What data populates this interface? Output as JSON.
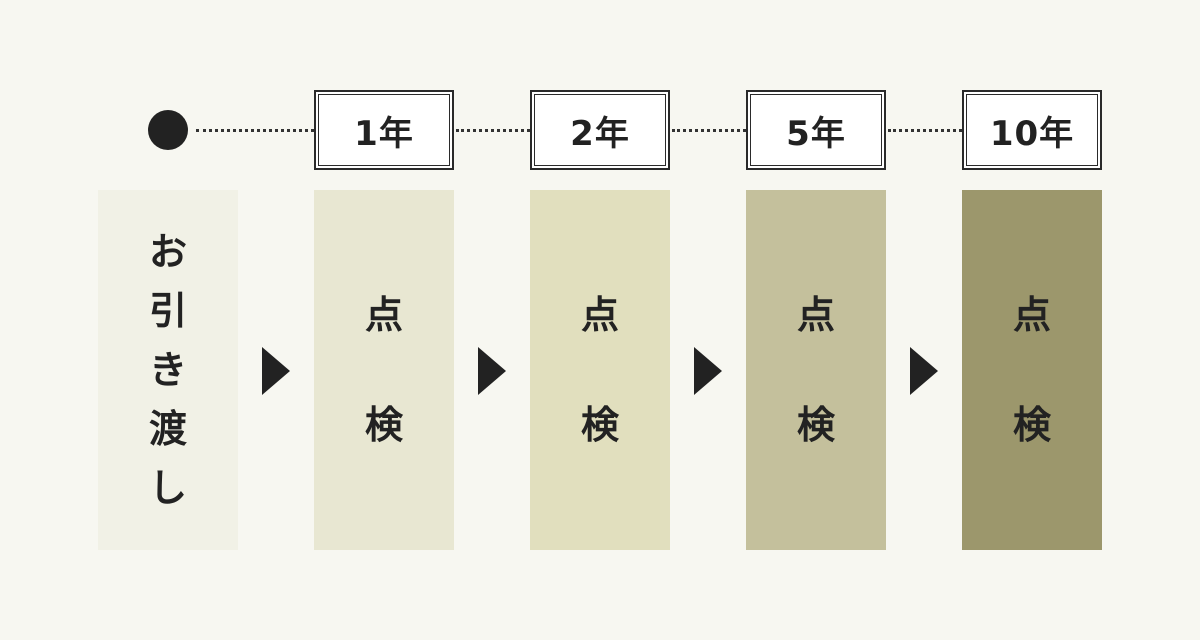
{
  "timeline": {
    "years": [
      "1年",
      "2年",
      "5年",
      "10年"
    ]
  },
  "stages": {
    "handover": {
      "chars": [
        "お",
        "引",
        "き",
        "渡",
        "し"
      ],
      "color": "#f1f1e6"
    },
    "inspections": [
      {
        "chars": [
          "点",
          "検"
        ],
        "color": "#e8e7d2"
      },
      {
        "chars": [
          "点",
          "検"
        ],
        "color": "#e1dfbe"
      },
      {
        "chars": [
          "点",
          "検"
        ],
        "color": "#c4c09c"
      },
      {
        "chars": [
          "点",
          "検"
        ],
        "color": "#9c976c"
      }
    ]
  },
  "colors": {
    "background": "#f7f7f1",
    "ink": "#222222",
    "label_background": "#ffffff"
  }
}
